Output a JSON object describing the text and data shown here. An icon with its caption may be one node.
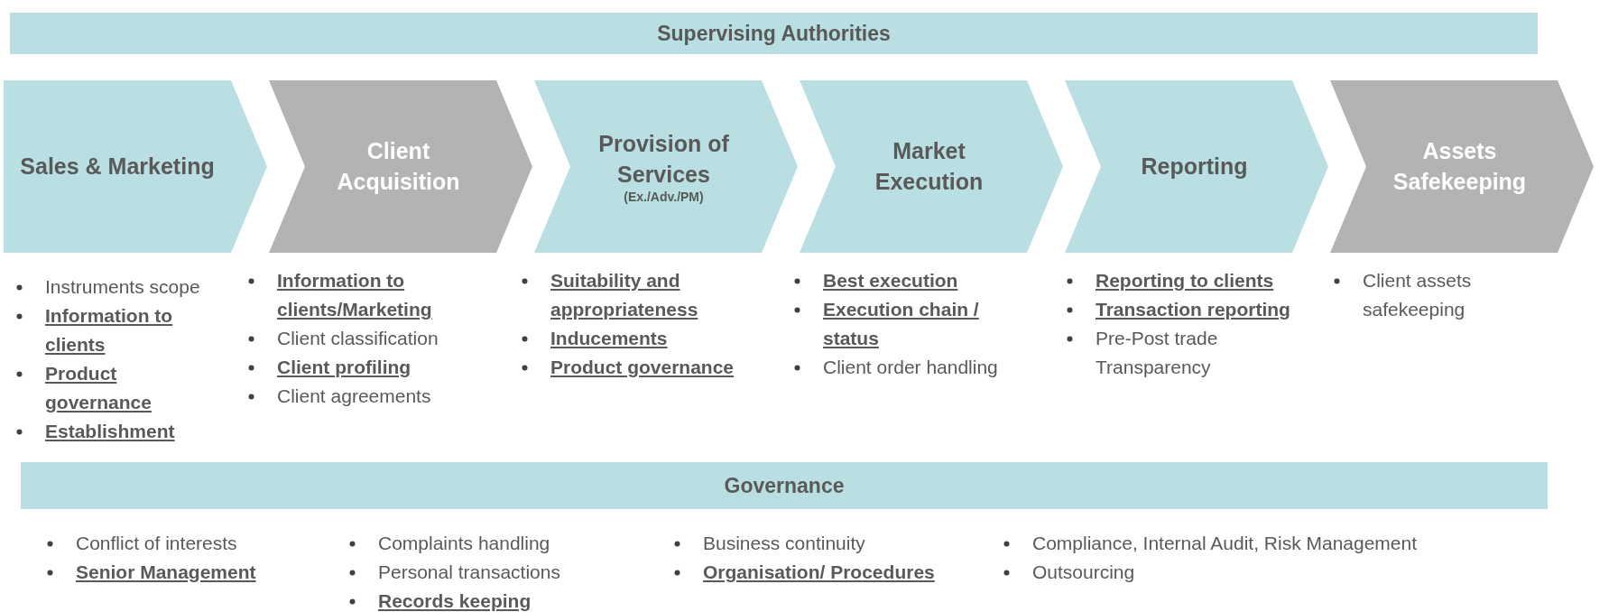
{
  "diagram": {
    "nodes": [
      {
        "text": [
          "Supervising Authorities"
        ]
      },
      {
        "text": [
          "Sales & Marketing"
        ],
        "beside": [
          "Instruments scope",
          "**Information to clients**",
          "**Product governance**",
          "**Establishment**"
        ]
      },
      {
        "text": [
          "Client Acquisition"
        ],
        "beside": [
          "**Information to clients/Marketing**",
          "Client classification",
          "**Client profiling**",
          "Client agreements"
        ]
      },
      {
        "text": [
          "Provision of Services",
          "(Ex./Adv./PM)"
        ],
        "beside": [
          "**Suitability and appropriateness**",
          "**Inducements**",
          "**Product governance**"
        ]
      },
      {
        "text": [
          "Market Execution"
        ],
        "beside": [
          "**Best execution**",
          "**Execution chain / status**",
          "Client order handling"
        ]
      },
      {
        "text": [
          "Reporting"
        ],
        "beside": [
          "**Reporting to clients**",
          "**Transaction reporting**",
          "Pre-Post trade Transparency"
        ]
      },
      {
        "text": [
          "Assets Safekeeping"
        ],
        "beside": [
          "Client assets safekeeping"
        ]
      },
      {
        "text": [
          "Governance"
        ],
        "beside": [
          "Conflict of interests",
          "**Senior Management**",
          "Complaints handling",
          "Personal transactions",
          "**Records keeping**",
          "Business continuity",
          "**Organisation/ Procedures**",
          "Compliance, Internal Audit, Risk Management",
          "Outsourcing"
        ]
      }
    ],
    "edges": []
  }
}
